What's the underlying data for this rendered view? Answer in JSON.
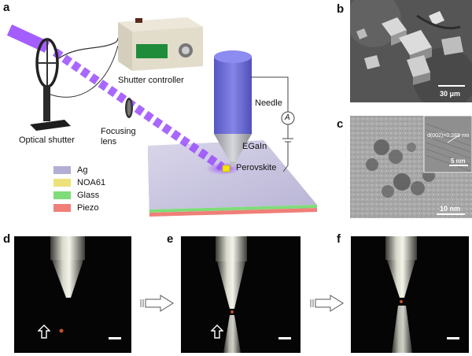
{
  "panels": {
    "a": "a",
    "b": "b",
    "c": "c",
    "d": "d",
    "e": "e",
    "f": "f"
  },
  "schematic": {
    "optical_shutter": "Optical shutter",
    "shutter_controller": "Shutter controller",
    "focusing_lens_1": "Focusing",
    "focusing_lens_2": "lens",
    "needle": "Needle",
    "egain": "EGaIn",
    "perovskite": "Perovskite",
    "ammeter": "A"
  },
  "legend": [
    {
      "label": "Ag",
      "color": "#b2aed4"
    },
    {
      "label": "NOA61",
      "color": "#ece27a"
    },
    {
      "label": "Glass",
      "color": "#7fdc7a"
    },
    {
      "label": "Piezo",
      "color": "#ef7f78"
    }
  ],
  "sem": {
    "scale_label": "30 μm"
  },
  "tem": {
    "lattice_label": "d(002)=0.289 nm",
    "inset_scale": "5 nm",
    "scale_label": "10 nm"
  },
  "colors": {
    "laser": "#9b4dff",
    "needle": "#6f6fd8",
    "stage": "#c9c6df"
  }
}
